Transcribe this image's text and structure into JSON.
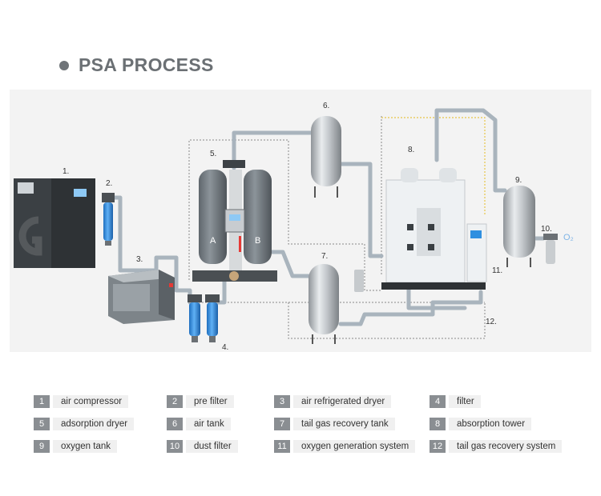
{
  "page_title": "PSA PROCESS",
  "callouts": {
    "c1": "1.",
    "c2": "2.",
    "c3": "3.",
    "c4": "4.",
    "c5": "5.",
    "c6": "6.",
    "c7": "7.",
    "c8": "8.",
    "c9": "9.",
    "c10": "10.",
    "c11": "11.",
    "c12": "12."
  },
  "tower_a": "A",
  "tower_b": "B",
  "outlet_gas": "O₂",
  "legend": [
    {
      "num": "1",
      "label": "air compressor"
    },
    {
      "num": "2",
      "label": "pre filter"
    },
    {
      "num": "3",
      "label": "air refrigerated dryer"
    },
    {
      "num": "4",
      "label": "filter"
    },
    {
      "num": "5",
      "label": "adsorption dryer"
    },
    {
      "num": "6",
      "label": "air tank"
    },
    {
      "num": "7",
      "label": "tail gas recovery tank"
    },
    {
      "num": "8",
      "label": "absorption tower"
    },
    {
      "num": "9",
      "label": "oxygen tank"
    },
    {
      "num": "10",
      "label": "dust filter"
    },
    {
      "num": "11",
      "label": "oxygen generation system"
    },
    {
      "num": "12",
      "label": "tail gas recovery system"
    }
  ],
  "colors": {
    "pipe": "#a9b4bd",
    "tank": "#b8bcc0",
    "filter_blue": "#2f8fe0",
    "dashed": "#8a8a8a",
    "marker_red": "#e53935"
  }
}
